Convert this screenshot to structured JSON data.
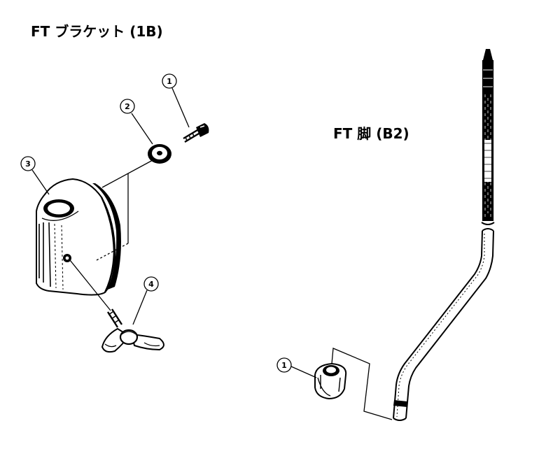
{
  "diagram": {
    "left_title": "FT ブラケット (1B)",
    "right_title": "FT 脚 (B2)",
    "callouts": {
      "bracket_bolt": "1",
      "bracket_washer": "2",
      "bracket_body": "3",
      "bracket_wing_screw": "4",
      "leg_cap": "1"
    }
  }
}
